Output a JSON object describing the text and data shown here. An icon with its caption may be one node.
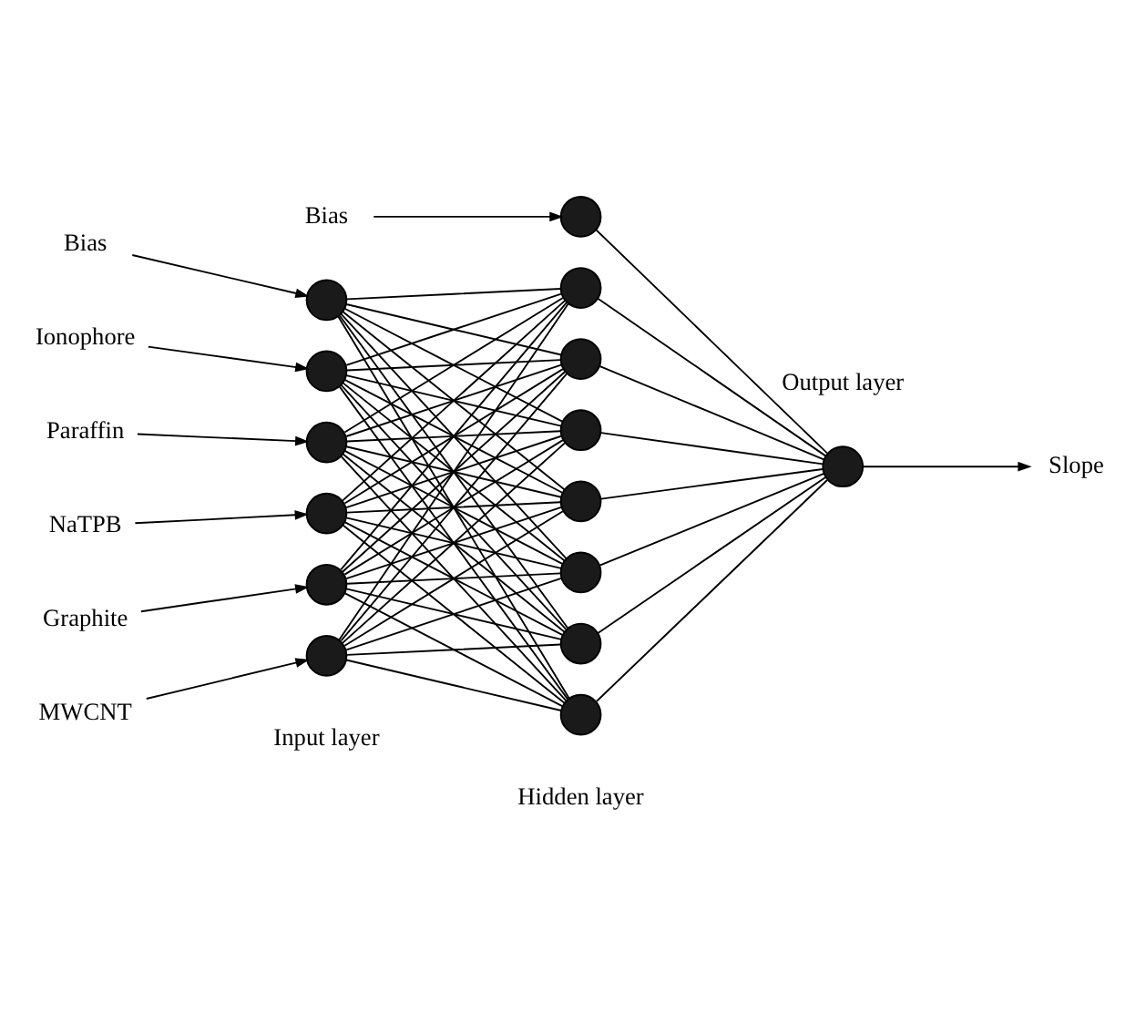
{
  "diagram": {
    "nodes": [
      {
        "text": [
          "Bias"
        ]
      },
      {
        "text": [],
        "shape": "circle"
      },
      {
        "text": [
          "Bias"
        ]
      },
      {
        "text": [],
        "shape": "circle"
      },
      {
        "text": [
          "Ionophore"
        ]
      },
      {
        "text": [],
        "shape": "circle"
      },
      {
        "text": [
          "Paraffin"
        ]
      },
      {
        "text": [],
        "shape": "circle"
      },
      {
        "text": [
          "NaTPB"
        ]
      },
      {
        "text": [],
        "shape": "circle"
      },
      {
        "text": [
          "Graphite"
        ]
      },
      {
        "text": [],
        "shape": "circle"
      },
      {
        "text": [
          "MWCNT"
        ]
      },
      {
        "text": [],
        "shape": "circle"
      },
      {
        "text": [],
        "shape": "circle"
      },
      {
        "text": [],
        "shape": "circle"
      },
      {
        "text": [],
        "shape": "circle"
      },
      {
        "text": [],
        "shape": "circle"
      },
      {
        "text": [],
        "shape": "circle"
      },
      {
        "text": [],
        "shape": "circle"
      },
      {
        "text": [],
        "shape": "circle"
      },
      {
        "text": [],
        "shape": "circle"
      },
      {
        "text": [
          "Slope"
        ]
      }
    ],
    "edges": [
      {
        "from": 0,
        "to": 1,
        "arrow": "to"
      },
      {
        "from": 2,
        "to": 3,
        "arrow": "to"
      },
      {
        "from": 4,
        "to": 5,
        "arrow": "to"
      },
      {
        "from": 6,
        "to": 7,
        "arrow": "to"
      },
      {
        "from": 8,
        "to": 9,
        "arrow": "to"
      },
      {
        "from": 10,
        "to": 11,
        "arrow": "to"
      },
      {
        "from": 12,
        "to": 13,
        "arrow": "to"
      },
      {
        "from": 1,
        "to": 14,
        "arrow": "none"
      },
      {
        "from": 1,
        "to": 15,
        "arrow": "none"
      },
      {
        "from": 1,
        "to": 16,
        "arrow": "none"
      },
      {
        "from": 1,
        "to": 17,
        "arrow": "none"
      },
      {
        "from": 1,
        "to": 18,
        "arrow": "none"
      },
      {
        "from": 1,
        "to": 19,
        "arrow": "none"
      },
      {
        "from": 1,
        "to": 20,
        "arrow": "none"
      },
      {
        "from": 5,
        "to": 14,
        "arrow": "none"
      },
      {
        "from": 5,
        "to": 15,
        "arrow": "none"
      },
      {
        "from": 5,
        "to": 16,
        "arrow": "none"
      },
      {
        "from": 5,
        "to": 17,
        "arrow": "none"
      },
      {
        "from": 5,
        "to": 18,
        "arrow": "none"
      },
      {
        "from": 5,
        "to": 19,
        "arrow": "none"
      },
      {
        "from": 5,
        "to": 20,
        "arrow": "none"
      },
      {
        "from": 7,
        "to": 14,
        "arrow": "none"
      },
      {
        "from": 7,
        "to": 15,
        "arrow": "none"
      },
      {
        "from": 7,
        "to": 16,
        "arrow": "none"
      },
      {
        "from": 7,
        "to": 17,
        "arrow": "none"
      },
      {
        "from": 7,
        "to": 18,
        "arrow": "none"
      },
      {
        "from": 7,
        "to": 19,
        "arrow": "none"
      },
      {
        "from": 7,
        "to": 20,
        "arrow": "none"
      },
      {
        "from": 9,
        "to": 14,
        "arrow": "none"
      },
      {
        "from": 9,
        "to": 15,
        "arrow": "none"
      },
      {
        "from": 9,
        "to": 16,
        "arrow": "none"
      },
      {
        "from": 9,
        "to": 17,
        "arrow": "none"
      },
      {
        "from": 9,
        "to": 18,
        "arrow": "none"
      },
      {
        "from": 9,
        "to": 19,
        "arrow": "none"
      },
      {
        "from": 9,
        "to": 20,
        "arrow": "none"
      },
      {
        "from": 11,
        "to": 14,
        "arrow": "none"
      },
      {
        "from": 11,
        "to": 15,
        "arrow": "none"
      },
      {
        "from": 11,
        "to": 16,
        "arrow": "none"
      },
      {
        "from": 11,
        "to": 17,
        "arrow": "none"
      },
      {
        "from": 11,
        "to": 18,
        "arrow": "none"
      },
      {
        "from": 11,
        "to": 19,
        "arrow": "none"
      },
      {
        "from": 11,
        "to": 20,
        "arrow": "none"
      },
      {
        "from": 13,
        "to": 14,
        "arrow": "none"
      },
      {
        "from": 13,
        "to": 15,
        "arrow": "none"
      },
      {
        "from": 13,
        "to": 16,
        "arrow": "none"
      },
      {
        "from": 13,
        "to": 17,
        "arrow": "none"
      },
      {
        "from": 13,
        "to": 18,
        "arrow": "none"
      },
      {
        "from": 13,
        "to": 19,
        "arrow": "none"
      },
      {
        "from": 13,
        "to": 20,
        "arrow": "none"
      },
      {
        "from": 3,
        "to": 21,
        "arrow": "none"
      },
      {
        "from": 14,
        "to": 21,
        "arrow": "none"
      },
      {
        "from": 15,
        "to": 21,
        "arrow": "none"
      },
      {
        "from": 16,
        "to": 21,
        "arrow": "none"
      },
      {
        "from": 17,
        "to": 21,
        "arrow": "none"
      },
      {
        "from": 18,
        "to": 21,
        "arrow": "none"
      },
      {
        "from": 19,
        "to": 21,
        "arrow": "none"
      },
      {
        "from": 20,
        "to": 21,
        "arrow": "none"
      },
      {
        "from": 21,
        "to": 22,
        "arrow": "to"
      }
    ],
    "labels": [
      "Output layer",
      "Input layer",
      "Hidden layer"
    ]
  }
}
